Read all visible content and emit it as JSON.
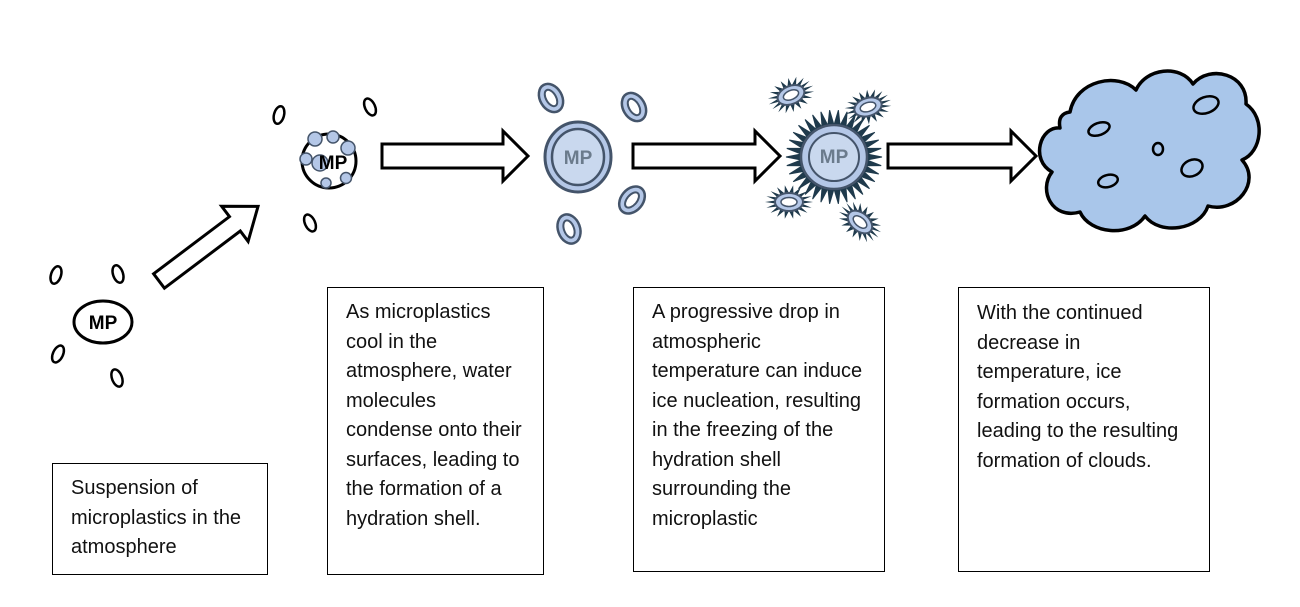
{
  "particle_label": "MP",
  "steps": [
    {
      "caption": "Suspension of microplastics in the atmosphere"
    },
    {
      "caption": "As microplastics cool in the atmosphere, water molecules condense onto their surfaces, leading to the formation of a hydration shell."
    },
    {
      "caption": "A progressive drop in atmospheric temperature can induce ice nucleation, resulting in the freezing of the hydration shell surrounding the microplastic"
    },
    {
      "caption": "With the continued decrease in temperature, ice formation occurs, leading to the resulting formation of clouds."
    }
  ],
  "colors": {
    "droplet_fill": "#b4c7e7",
    "droplet_stroke": "#44546a",
    "cloud_fill": "#a9c6ea",
    "ice_dark": "#1f3a4c",
    "label_gray": "#6b7b8c",
    "outline": "#000000"
  }
}
